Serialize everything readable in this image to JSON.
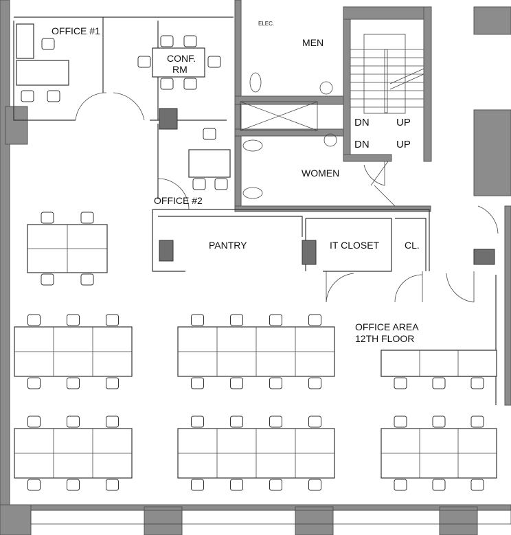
{
  "plan": {
    "rooms": {
      "office1": "OFFICE #1",
      "conf_line1": "CONF.",
      "conf_line2": "RM",
      "elec": "ELEC.",
      "men": "MEN",
      "women": "WOMEN",
      "stair_dn1": "DN",
      "stair_up1": "UP",
      "stair_dn2": "DN",
      "stair_up2": "UP",
      "office2": "OFFICE #2",
      "pantry": "PANTRY",
      "it_closet": "IT CLOSET",
      "closet": "CL.",
      "office_area_line1": "OFFICE AREA",
      "office_area_line2": "12TH FLOOR"
    },
    "colors": {
      "wall": "#8c8c8c",
      "column": "#6f6f6f",
      "line": "#333333"
    }
  }
}
